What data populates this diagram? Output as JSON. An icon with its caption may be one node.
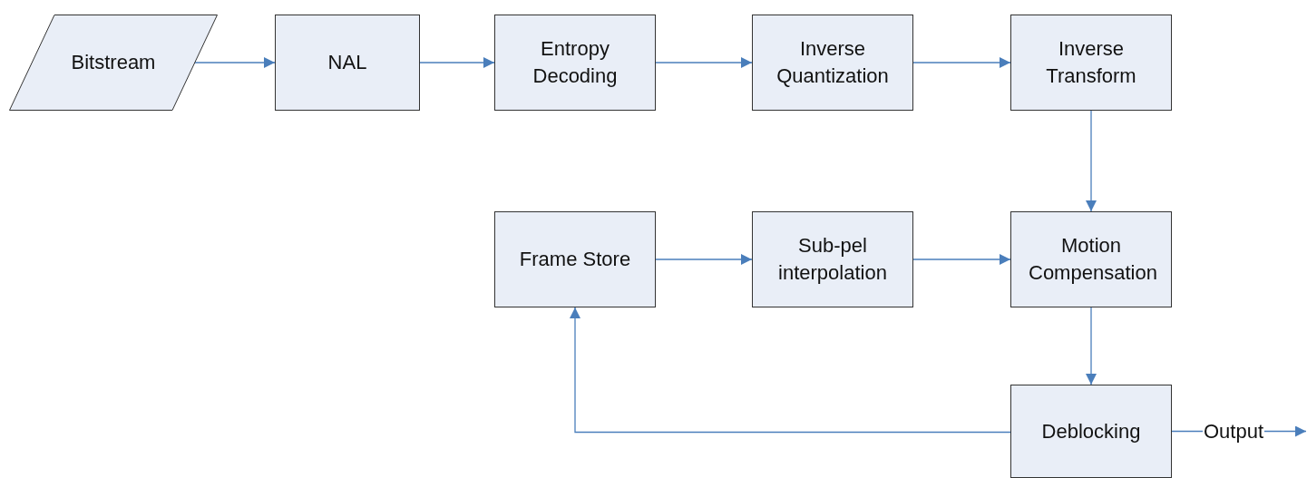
{
  "diagram": {
    "nodes": [
      {
        "text": [
          "Bitstream"
        ]
      },
      {
        "text": [
          "NAL"
        ]
      },
      {
        "text": [
          "Entropy Decoding"
        ]
      },
      {
        "text": [
          "Inverse Quantization"
        ]
      },
      {
        "text": [
          "Inverse Transform"
        ]
      },
      {
        "text": [
          "Frame Store"
        ]
      },
      {
        "text": [
          "Sub-pel interpolation"
        ]
      },
      {
        "text": [
          "Motion Compensation"
        ]
      },
      {
        "text": [
          "Deblocking"
        ]
      }
    ],
    "edges": [
      {
        "from": 0,
        "to": 1,
        "arrow": "to"
      },
      {
        "from": 1,
        "to": 2,
        "arrow": "to"
      },
      {
        "from": 2,
        "to": 3,
        "arrow": "to"
      },
      {
        "from": 3,
        "to": 4,
        "arrow": "to"
      },
      {
        "from": 4,
        "to": 7,
        "arrow": "to"
      },
      {
        "from": 5,
        "to": 6,
        "arrow": "to"
      },
      {
        "from": 6,
        "to": 7,
        "arrow": "to"
      },
      {
        "from": 7,
        "to": 8,
        "arrow": "to"
      },
      {
        "from": 8,
        "to": 5,
        "arrow": "to"
      },
      {
        "from": 8,
        "to": null,
        "arrow": "to",
        "label": "Output"
      }
    ]
  }
}
